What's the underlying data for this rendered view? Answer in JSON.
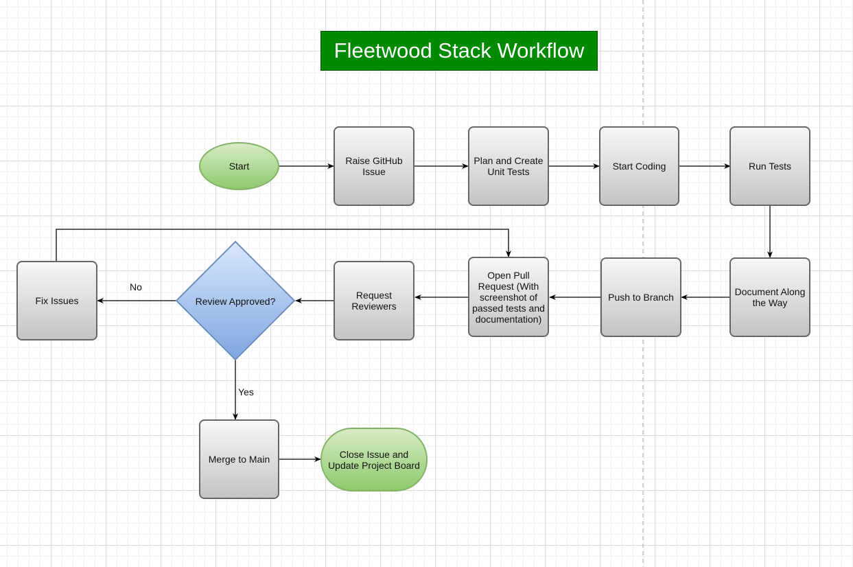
{
  "title": "Fleetwood Stack Workflow",
  "nodes": {
    "start": "Start",
    "raise_issue": "Raise GitHub Issue",
    "plan_tests": "Plan and Create Unit Tests",
    "start_coding": "Start Coding",
    "run_tests": "Run Tests",
    "document": "Document Along the Way",
    "push_branch": "Push to Branch",
    "open_pr": "Open Pull Request (With screenshot of passed tests and documentation)",
    "request_reviewers": "Request Reviewers",
    "review_approved": "Review Approved?",
    "fix_issues": "Fix Issues",
    "merge_main": "Merge to Main",
    "close_issue": "Close Issue and Update Project Board"
  },
  "edge_labels": {
    "no": "No",
    "yes": "Yes"
  },
  "colors": {
    "title_bg": "#008a00",
    "terminal_fill": "#a9d58c",
    "decision_fill": "#9fbbe8",
    "process_fill": "#dcdcdc"
  }
}
